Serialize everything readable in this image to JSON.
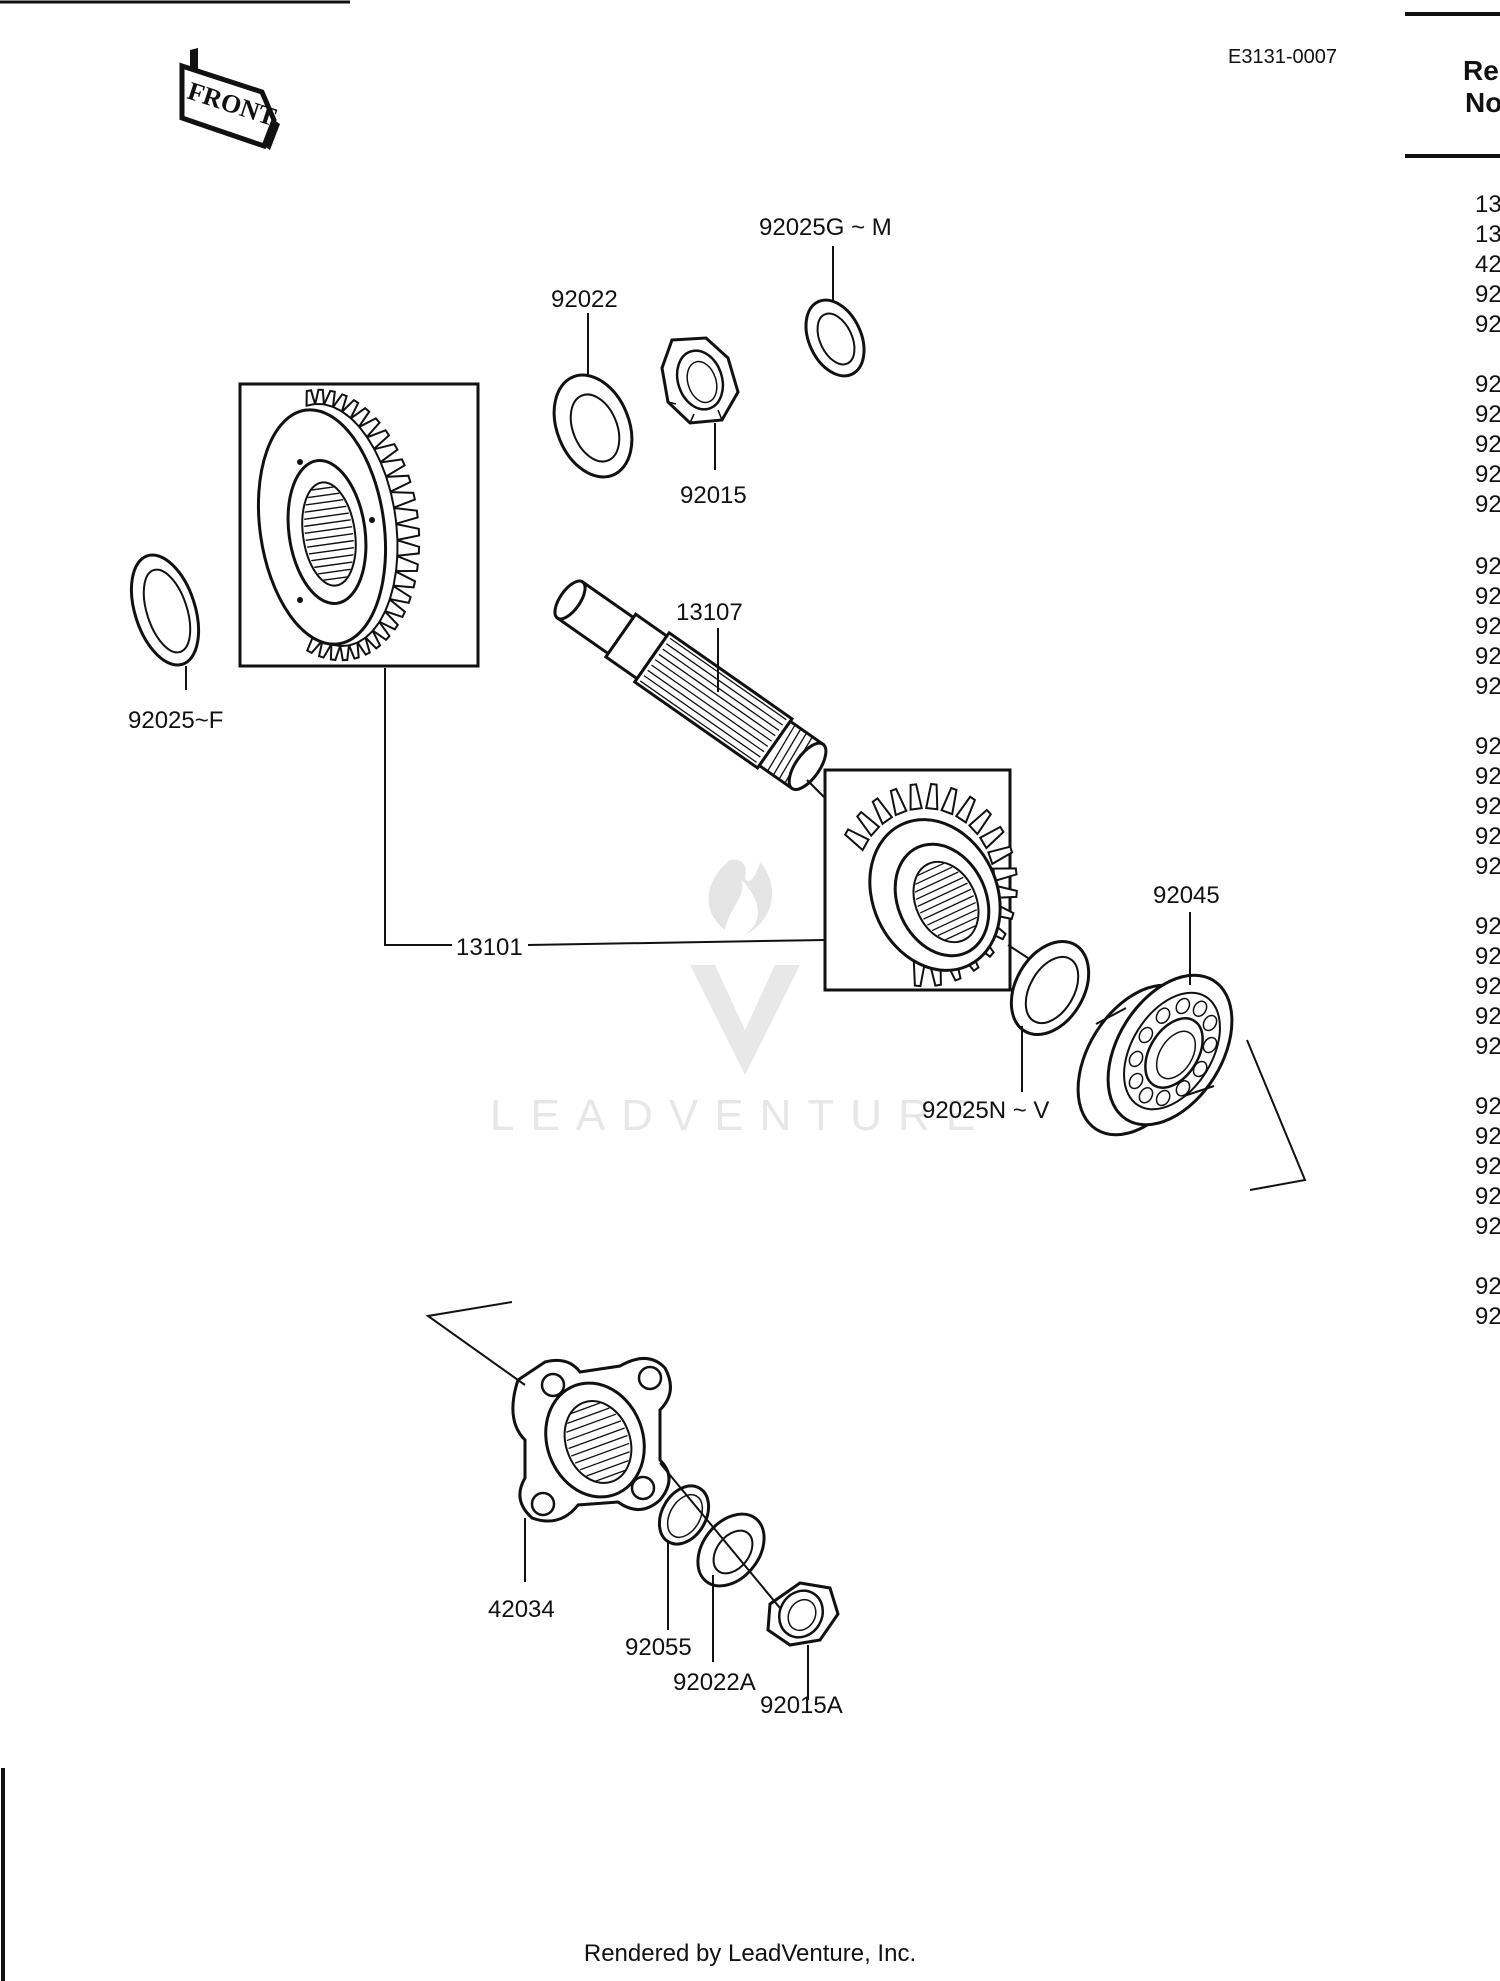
{
  "drawing_code": "E3131-0007",
  "front_label": "FRONT",
  "table_header": {
    "line1": "Re",
    "line2": "No"
  },
  "watermark": "LEADVENTURE",
  "labels": {
    "p92025G_M": "92025G ~ M",
    "p92022": "92022",
    "p92015": "92015",
    "p92025_F": "92025~F",
    "p13107": "13107",
    "p13101": "13101",
    "p92045": "92045",
    "p92025N_V": "92025N ~ V",
    "p42034": "42034",
    "p92055": "92055",
    "p92022A": "92022A",
    "p92015A": "92015A"
  },
  "ref_column": [
    "13",
    "13",
    "42",
    "92",
    "92",
    "92",
    "92",
    "92",
    "92",
    "92",
    "92",
    "92",
    "92",
    "92",
    "92",
    "92",
    "92",
    "92",
    "92",
    "92",
    "92",
    "92",
    "92",
    "92",
    "92",
    "92",
    "92",
    "92",
    "92",
    "92",
    "92",
    "92"
  ],
  "footer": "Rendered by LeadVenture, Inc."
}
